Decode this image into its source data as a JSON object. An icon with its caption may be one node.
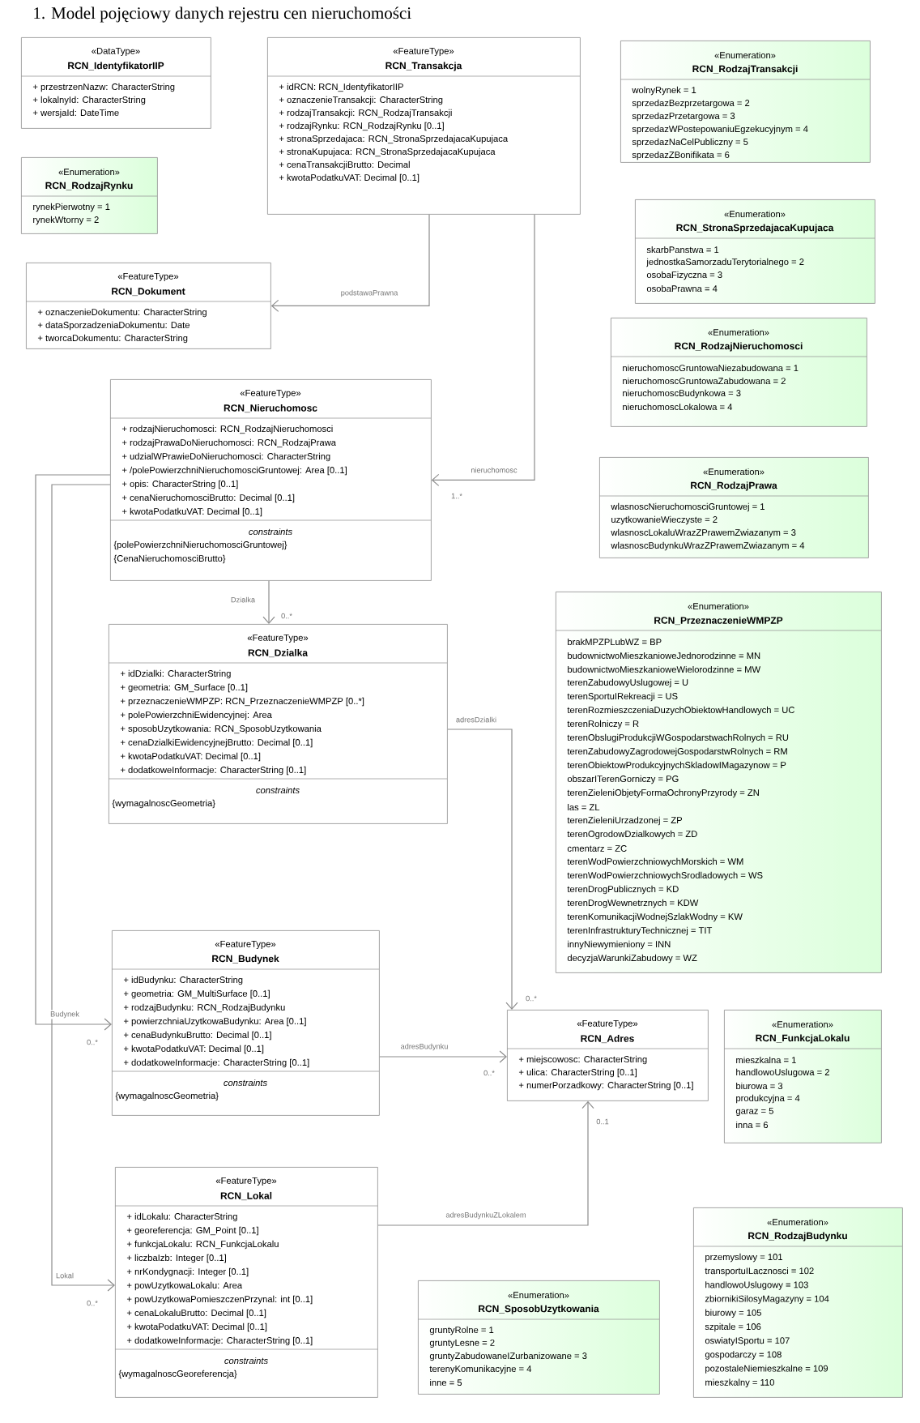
{
  "diagram": {
    "title": "1.   Model pojęciowy danych rejestru cen nieruchomości",
    "nodes": [
      {
        "text": [
          "«DataType»",
          "RCN_IdentyfikatorIIP",
          "+ przestrzenNazw: CharacterString",
          "+ lokalnyId: CharacterString",
          "+ wersjaId: DateTime"
        ]
      },
      {
        "text": [
          "«FeatureType»",
          "RCN_Transakcja",
          "+ idRCN: RCN_IdentyfikatorIIP",
          "+ oznaczenieTransakcji: CharacterString",
          "+ rodzajTransakcji: RCN_RodzajTransakcji",
          "+ rodzajRynku: RCN_RodzajRynku [0..1]",
          "+ stronaSprzedajaca: RCN_StronaSprzedajacaKupujaca",
          "+ stronaKupujaca: RCN_StronaSprzedajacaKupujaca",
          "+ cenaTransakcjiBrutto: Decimal",
          "+ kwotaPodatkuVAT: Decimal [0..1]"
        ]
      },
      {
        "text": [
          "«Enumeration»",
          "RCN_RodzajTransakcji",
          "wolnyRynek = 1",
          "sprzedazBezprzetargowa = 2",
          "sprzedazPrzetargowa = 3",
          "sprzedazWPostepowaniuEgzekucyjnym = 4",
          "sprzedazNaCelPubliczny = 5",
          "sprzedazZBonifikata = 6"
        ]
      },
      {
        "text": [
          "«Enumeration»",
          "RCN_RodzajRynku",
          "rynekPierwotny = 1",
          "rynekWtorny = 2"
        ]
      },
      {
        "text": [
          "«Enumeration»",
          "RCN_StronaSprzedajacaKupujaca",
          "skarbPanstwa = 1",
          "jednostkaSamorzaduTerytorialnego = 2",
          "osobaFizyczna = 3",
          "osobaPrawna = 4"
        ]
      },
      {
        "text": [
          "«FeatureType»",
          "RCN_Dokument",
          "+ oznaczenieDokumentu: CharacterString",
          "+ dataSporzadzeniaDokumentu: Date",
          "+ tworcaDokumentu: CharacterString"
        ]
      },
      {
        "text": [
          "«Enumeration»",
          "RCN_RodzajNieruchomosci",
          "nieruchomoscGruntowaNiezabudowana = 1",
          "nieruchomoscGruntowaZabudowana = 2",
          "nieruchomoscBudynkowa = 3",
          "nieruchomoscLokalowa = 4"
        ]
      },
      {
        "text": [
          "«FeatureType»",
          "RCN_Nieruchomosc",
          "+ rodzajNieruchomosci: RCN_RodzajNieruchomosci",
          "+ rodzajPrawaDoNieruchomosci: RCN_RodzajPrawa",
          "+ udzialWPrawieDoNieruchomosci: CharacterString",
          "+ /polePowierzchniNieruchomosciGruntowej: Area [0..1]",
          "+ opis: CharacterString [0..1]",
          "+ cenaNieruchomosciBrutto: Decimal [0..1]",
          "+ kwotaPodatkuVAT: Decimal [0..1]",
          "constraints",
          "{polePowierzchniNieruchomosciGruntowej}",
          "{CenaNieruchomosciBrutto}"
        ]
      },
      {
        "text": [
          "«Enumeration»",
          "RCN_RodzajPrawa",
          "wlasnoscNieruchomosciGruntowej = 1",
          "uzytkowanieWieczyste = 2",
          "wlasnoscLokaluWrazZPrawemZwiazanym = 3",
          "wlasnoscBudynkuWrazZPrawemZwiazanym = 4"
        ]
      },
      {
        "text": [
          "«Enumeration»",
          "RCN_PrzeznaczenieWMPZP",
          "brakMPZPLubWZ = BP",
          "budownictwoMieszkanioweJednorodzinne = MN",
          "budownictwoMieszkanioweWielorodzinne = MW",
          "terenZabudowyUslugowej = U",
          "terenSportuIRekreacji = US",
          "terenRozmieszczeniaDuzychObiektowHandlowych = UC",
          "terenRolniczy = R",
          "terenObslugiProdukcjiWGospodarstwachRolnych = RU",
          "terenZabudowyZagrodowejGospodarstwRolnych = RM",
          "terenObiektowProdukcyjnychSkladowIMagazynow = P",
          "obszarITerenGorniczy = PG",
          "terenZieleniObjetyFormaOchronyPrzyrody = ZN",
          "las = ZL",
          "terenZieleniUrzadzonej = ZP",
          "terenOgrodowDzialkowych = ZD",
          "cmentarz = ZC",
          "terenWodPowierzchniowychMorskich = WM",
          "terenWodPowierzchniowychSrodladowych = WS",
          "terenDrogPublicznych = KD",
          "terenDrogWewnetrznych = KDW",
          "terenKomunikacjiWodnejSzlakWodny = KW",
          "terenInfrastrukturyTechnicznej = TIT",
          "innyNiewymieniony = INN",
          "decyzjaWarunkiZabudowy = WZ"
        ]
      },
      {
        "text": [
          "«FeatureType»",
          "RCN_Dzialka",
          "+ idDzialki: CharacterString",
          "+ geometria: GM_Surface [0..1]",
          "+ przeznaczenieWMPZP: RCN_PrzeznaczenieWMPZP [0..*]",
          "+ polePowierzchniEwidencyjnej: Area",
          "+ sposobUzytkowania: RCN_SposobUzytkowania",
          "+ cenaDzialkiEwidencyjnejBrutto: Decimal [0..1]",
          "+ kwotaPodatkuVAT: Decimal [0..1]",
          "+ dodatkoweInformacje: CharacterString [0..1]",
          "constraints",
          "{wymagalnoscGeometria}"
        ]
      },
      {
        "text": [
          "«FeatureType»",
          "RCN_Budynek",
          "+ idBudynku: CharacterString",
          "+ geometria: GM_MultiSurface [0..1]",
          "+ rodzajBudynku: RCN_RodzajBudynku",
          "+ powierzchniaUzytkowaBudynku: Area [0..1]",
          "+ cenaBudynkuBrutto: Decimal [0..1]",
          "+ kwotaPodatkuVAT: Decimal [0..1]",
          "+ dodatkoweInformacje: CharacterString [0..1]",
          "constraints",
          "{wymagalnoscGeometria}"
        ]
      },
      {
        "text": [
          "«FeatureType»",
          "RCN_Adres",
          "+ miejscowosc: CharacterString",
          "+ ulica: CharacterString [0..1]",
          "+ numerPorzadkowy: CharacterString [0..1]"
        ]
      },
      {
        "text": [
          "«Enumeration»",
          "RCN_FunkcjaLokalu",
          "mieszkalna = 1",
          "handlowoUslugowa = 2",
          "biurowa = 3",
          "produkcyjna = 4",
          "garaz = 5",
          "inna = 6"
        ]
      },
      {
        "text": [
          "«FeatureType»",
          "RCN_Lokal",
          "+ idLokalu: CharacterString",
          "+ georeferencja: GM_Point [0..1]",
          "+ funkcjaLokalu: RCN_FunkcjaLokalu",
          "+ liczbaIzb: Integer [0..1]",
          "+ nrKondygnacji: Integer [0..1]",
          "+ powUzytkowaLokalu: Area",
          "+ powUzytkowaPomieszczenPrzynal: int [0..1]",
          "+ cenaLokaluBrutto: Decimal [0..1]",
          "+ kwotaPodatkuVAT: Decimal [0..1]",
          "+ dodatkoweInformacje: CharacterString [0..1]",
          "constraints",
          "{wymagalnoscGeoreferencja}"
        ]
      },
      {
        "text": [
          "«Enumeration»",
          "RCN_RodzajBudynku",
          "przemyslowy = 101",
          "transportuILacznosci = 102",
          "handlowoUslugowy = 103",
          "zbiornikiSilosyMagazyny = 104",
          "biurowy = 105",
          "szpitale = 106",
          "oswiatyISportu = 107",
          "gospodarczy = 108",
          "pozostaleNiemieszkalne = 109",
          "mieszkalny = 110"
        ]
      },
      {
        "text": [
          "«Enumeration»",
          "RCN_SposobUzytkowania",
          "gruntyRolne = 1",
          "gruntyLesne = 2",
          "gruntyZabudowaneIZurbanizowane = 3",
          "terenyKomunikacyjne = 4",
          "inne = 5"
        ]
      }
    ],
    "edges": [
      {
        "from": 1,
        "to": 5,
        "arrow": "to",
        "label": "podstawaPrawna"
      },
      {
        "from": 1,
        "to": 7,
        "arrow": "to",
        "label": "nieruchomosc"
      },
      {
        "from": 7,
        "to": 10,
        "arrow": "to",
        "label": "Dzialka"
      },
      {
        "from": 7,
        "to": 11,
        "arrow": "to",
        "label": "Budynek"
      },
      {
        "from": 7,
        "to": 14,
        "arrow": "to",
        "label": "Lokal"
      },
      {
        "from": 10,
        "to": 12,
        "arrow": "to",
        "label": "adresDzialki"
      },
      {
        "from": 11,
        "to": 12,
        "arrow": "to",
        "label": "adresBudynku"
      },
      {
        "from": 14,
        "to": 12,
        "arrow": "to",
        "label": "adresBudynkuZLokalem"
      }
    ],
    "labels": [
      "1..*",
      "0..*",
      "0..*",
      "0..*",
      "0..*",
      "0..1",
      "0..*"
    ]
  }
}
